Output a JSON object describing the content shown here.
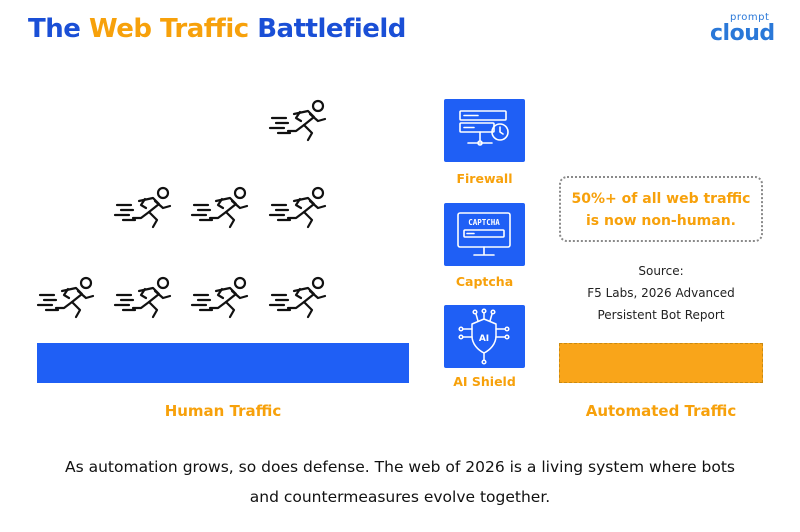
{
  "title": {
    "part1": "The ",
    "part2": "Web Traffic",
    "part3": " Battlefield"
  },
  "logo": {
    "top": "prompt",
    "main": "cloud"
  },
  "runner_icon": "running-person-icon",
  "defenses": [
    {
      "label": "Firewall",
      "icon": "firewall-server-icon"
    },
    {
      "label": "Captcha",
      "icon": "captcha-monitor-icon"
    },
    {
      "label": "AI Shield",
      "icon": "ai-shield-icon"
    }
  ],
  "stat": {
    "line1": "50%+ of all web traffic",
    "line2": "is now non-human."
  },
  "source": {
    "line1": "Source:",
    "line2": "F5 Labs, 2026 Advanced",
    "line3": "Persistent Bot Report"
  },
  "bars": {
    "human_label": "Human Traffic",
    "automated_label": "Automated Traffic"
  },
  "footer": {
    "line1": "As automation grows, so does defense. The web of 2026 is a living system where bots",
    "line2": "and countermeasures evolve together."
  },
  "colors": {
    "blue": "#1f5ff5",
    "orange": "#f7a10b",
    "title_blue": "#1a4fd6"
  }
}
